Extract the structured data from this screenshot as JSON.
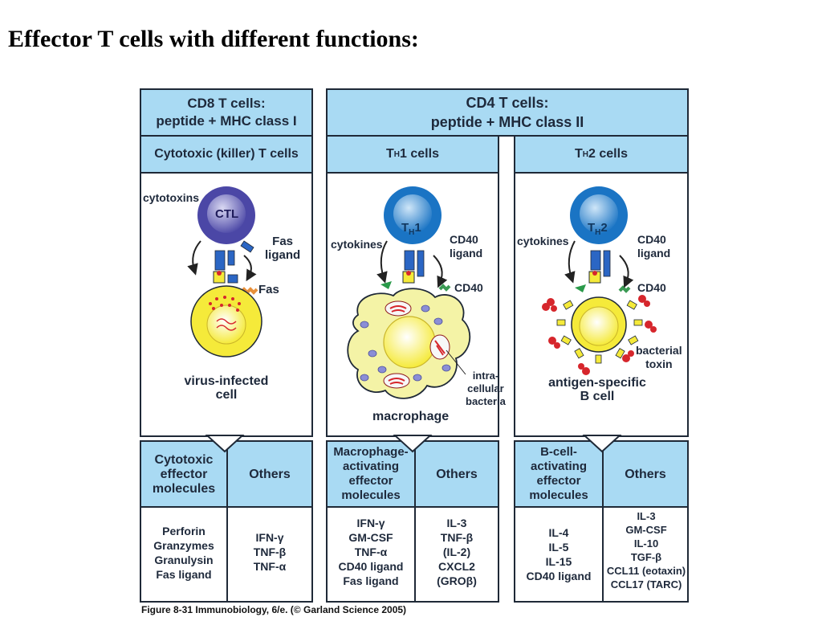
{
  "title": "Effector T cells with different functions:",
  "cd8_header": {
    "line1": "CD8 T cells:",
    "line2": "peptide + MHC class I"
  },
  "cd4_header": {
    "line1": "CD4 T cells:",
    "line2": "peptide + MHC class II"
  },
  "col1": {
    "subheader": "Cytotoxic (killer) T cells",
    "cell_label": "CTL",
    "labels": {
      "cytotoxins": "cytotoxins",
      "fas_ligand": "Fas\nligand",
      "fas": "Fas",
      "target": "virus-infected\ncell"
    },
    "table": {
      "left_header": "Cytotoxic\neffector\nmolecules",
      "right_header": "Others",
      "left_values": "Perforin\nGranzymes\nGranulysin\nFas ligand",
      "right_values": "IFN-γ\nTNF-β\nTNF-α"
    }
  },
  "col2": {
    "subheader_pre": "T",
    "subheader_sub": "H",
    "subheader_post": "1 cells",
    "cell_label_pre": "T",
    "cell_label_sub": "H",
    "cell_label_post": "1",
    "labels": {
      "cytokines": "cytokines",
      "cd40_ligand": "CD40\nligand",
      "cd40": "CD40",
      "bacteria": "intra-\ncellular\nbacteria",
      "target": "macrophage"
    },
    "table": {
      "left_header": "Macrophage-\nactivating\neffector\nmolecules",
      "right_header": "Others",
      "left_values": "IFN-γ\nGM-CSF\nTNF-α\nCD40 ligand\nFas ligand",
      "right_values": "IL-3\nTNF-β\n(IL-2)\nCXCL2\n(GROβ)"
    }
  },
  "col3": {
    "subheader_pre": "T",
    "subheader_sub": "H",
    "subheader_post": "2 cells",
    "cell_label_pre": "T",
    "cell_label_sub": "H",
    "cell_label_post": "2",
    "labels": {
      "cytokines": "cytokines",
      "cd40_ligand": "CD40\nligand",
      "cd40": "CD40",
      "toxin": "bacterial\ntoxin",
      "target": "antigen-specific\nB cell"
    },
    "table": {
      "left_header": "B-cell-\nactivating\neffector\nmolecules",
      "right_header": "Others",
      "left_values": "IL-4\nIL-5\nIL-15\nCD40 ligand",
      "right_values": "IL-3\nGM-CSF\nIL-10\nTGF-β\nCCL11 (eotaxin)\nCCL17 (TARC)"
    }
  },
  "caption": "Figure 8-31  Immunobiology, 6/e. (© Garland Science 2005)",
  "colors": {
    "header_blue": "#a9daf3",
    "ctl_purple": "#4b47a6",
    "th_blue": "#1a74c4",
    "target_yellow": "#f5ea3a",
    "macrophage": "#f4f3a6",
    "red": "#d6262c"
  }
}
